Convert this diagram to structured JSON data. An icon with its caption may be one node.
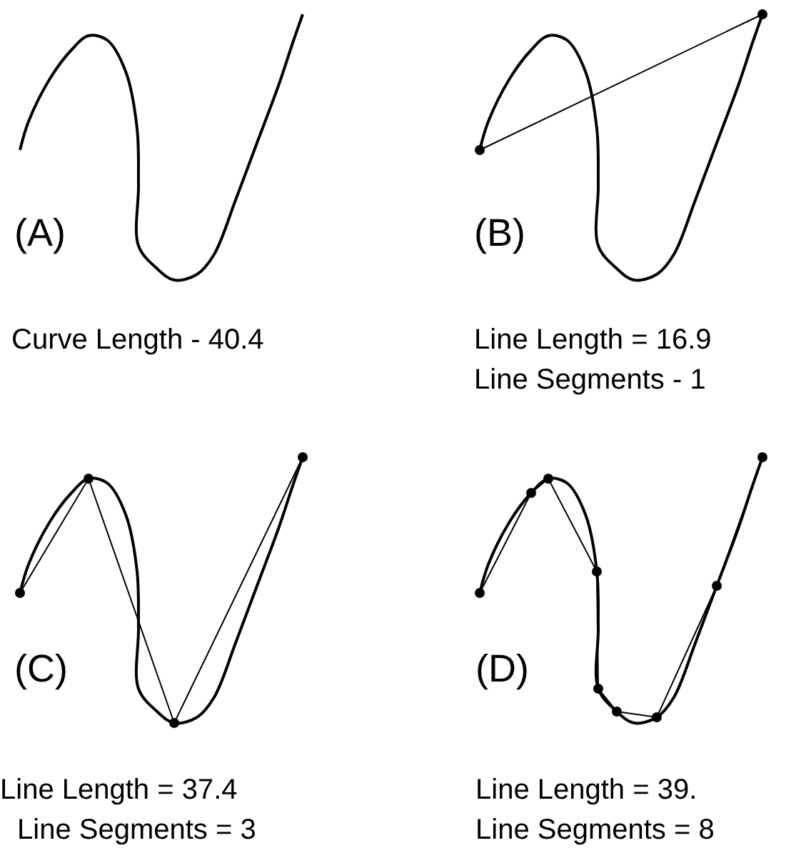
{
  "diagram": {
    "labels": [
      "(A)",
      "Curve Length - 40.4",
      "(B)",
      "Line Length = 16.9",
      "Line Segments - 1",
      "(C)",
      "Line Length = 37.4",
      "Line Segments = 3",
      "(D)",
      "Line Length = 39.",
      "Line Segments = 8"
    ]
  }
}
